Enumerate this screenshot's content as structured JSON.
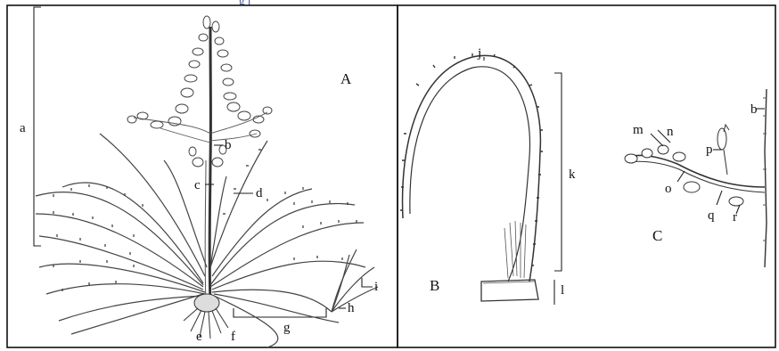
{
  "header_fragment": "g                                              j",
  "panels": {
    "A": {
      "panel_label": "A",
      "labels": [
        "a",
        "b",
        "c",
        "d",
        "e",
        "f",
        "g",
        "h",
        "i"
      ]
    },
    "B": {
      "panel_label": "B",
      "labels": [
        "j",
        "k",
        "l"
      ]
    },
    "C": {
      "panel_label": "C",
      "labels": [
        "b",
        "m",
        "n",
        "o",
        "p",
        "q",
        "r"
      ]
    }
  }
}
